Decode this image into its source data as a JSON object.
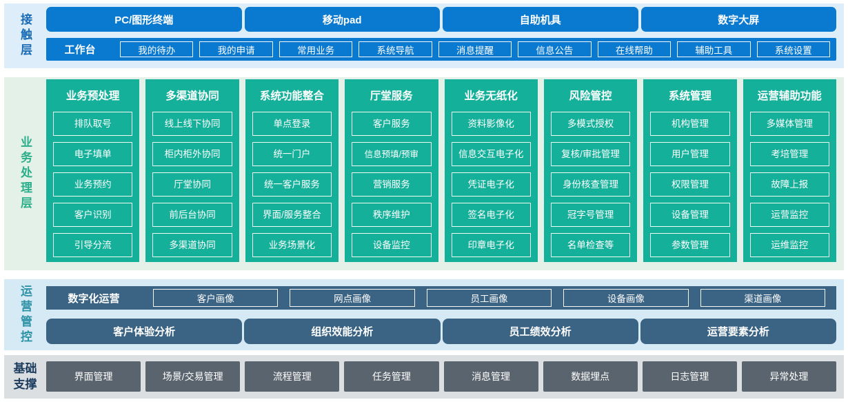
{
  "colors": {
    "channel-blue": "#0a79d0",
    "contact-bg": "#ddeefa",
    "business-green": "#14b09a",
    "business-bg": "#e3f1e9",
    "ops-steel": "#3b6383",
    "ops-bg": "#d6eaf6",
    "foundation-gray": "#59646e",
    "foundation-bg": "#dcdfe2",
    "contact-label": "#1a6bb5",
    "business-label": "#2bae8a",
    "ops-label": "#2d92a5",
    "foundation-label": "#1c3c5e"
  },
  "layers": {
    "contact": {
      "label": "接触层",
      "channels": [
        "PC/图形终端",
        "移动pad",
        "自助机具",
        "数字大屏"
      ],
      "workbench": {
        "label": "工作台",
        "items": [
          "我的待办",
          "我的申请",
          "常用业务",
          "系统导航",
          "消息提醒",
          "信息公告",
          "在线帮助",
          "辅助工具",
          "系统设置"
        ]
      }
    },
    "business": {
      "label": "业务处理层",
      "columns": [
        {
          "title": "业务预处理",
          "items": [
            "排队取号",
            "电子填单",
            "业务预约",
            "客户识别",
            "引导分流"
          ]
        },
        {
          "title": "多渠道协同",
          "items": [
            "线上线下协同",
            "柜内柜外协同",
            "厅堂协同",
            "前后台协同",
            "多渠道协同"
          ]
        },
        {
          "title": "系统功能整合",
          "items": [
            "单点登录",
            "统一门户",
            "统一客户服务",
            "界面/服务整合",
            "业务场景化"
          ]
        },
        {
          "title": "厅堂服务",
          "items": [
            "客户服务",
            "信息预填/预审",
            "营销服务",
            "秩序维护",
            "设备监控"
          ]
        },
        {
          "title": "业务无纸化",
          "items": [
            "资料影像化",
            "信息交互电子化",
            "凭证电子化",
            "签名电子化",
            "印章电子化"
          ]
        },
        {
          "title": "风险管控",
          "items": [
            "多模式授权",
            "复核/审批管理",
            "身份核查管理",
            "冠字号管理",
            "名单检查等"
          ]
        },
        {
          "title": "系统管理",
          "items": [
            "机构管理",
            "用户管理",
            "权限管理",
            "设备管理",
            "参数管理"
          ]
        },
        {
          "title": "运营辅助功能",
          "items": [
            "多媒体管理",
            "考培管理",
            "故障上报",
            "运营监控",
            "运维监控"
          ]
        }
      ]
    },
    "operations": {
      "label": "运营管控",
      "digital_ops": {
        "label": "数字化运营",
        "items": [
          "客户画像",
          "网点画像",
          "员工画像",
          "设备画像",
          "渠道画像"
        ]
      },
      "analysis": [
        "客户体验分析",
        "组织效能分析",
        "员工绩效分析",
        "运营要素分析"
      ]
    },
    "foundation": {
      "label": "基础支撑",
      "items": [
        "界面管理",
        "场景/交易管理",
        "流程管理",
        "任务管理",
        "消息管理",
        "数据埋点",
        "日志管理",
        "异常处理"
      ]
    }
  }
}
